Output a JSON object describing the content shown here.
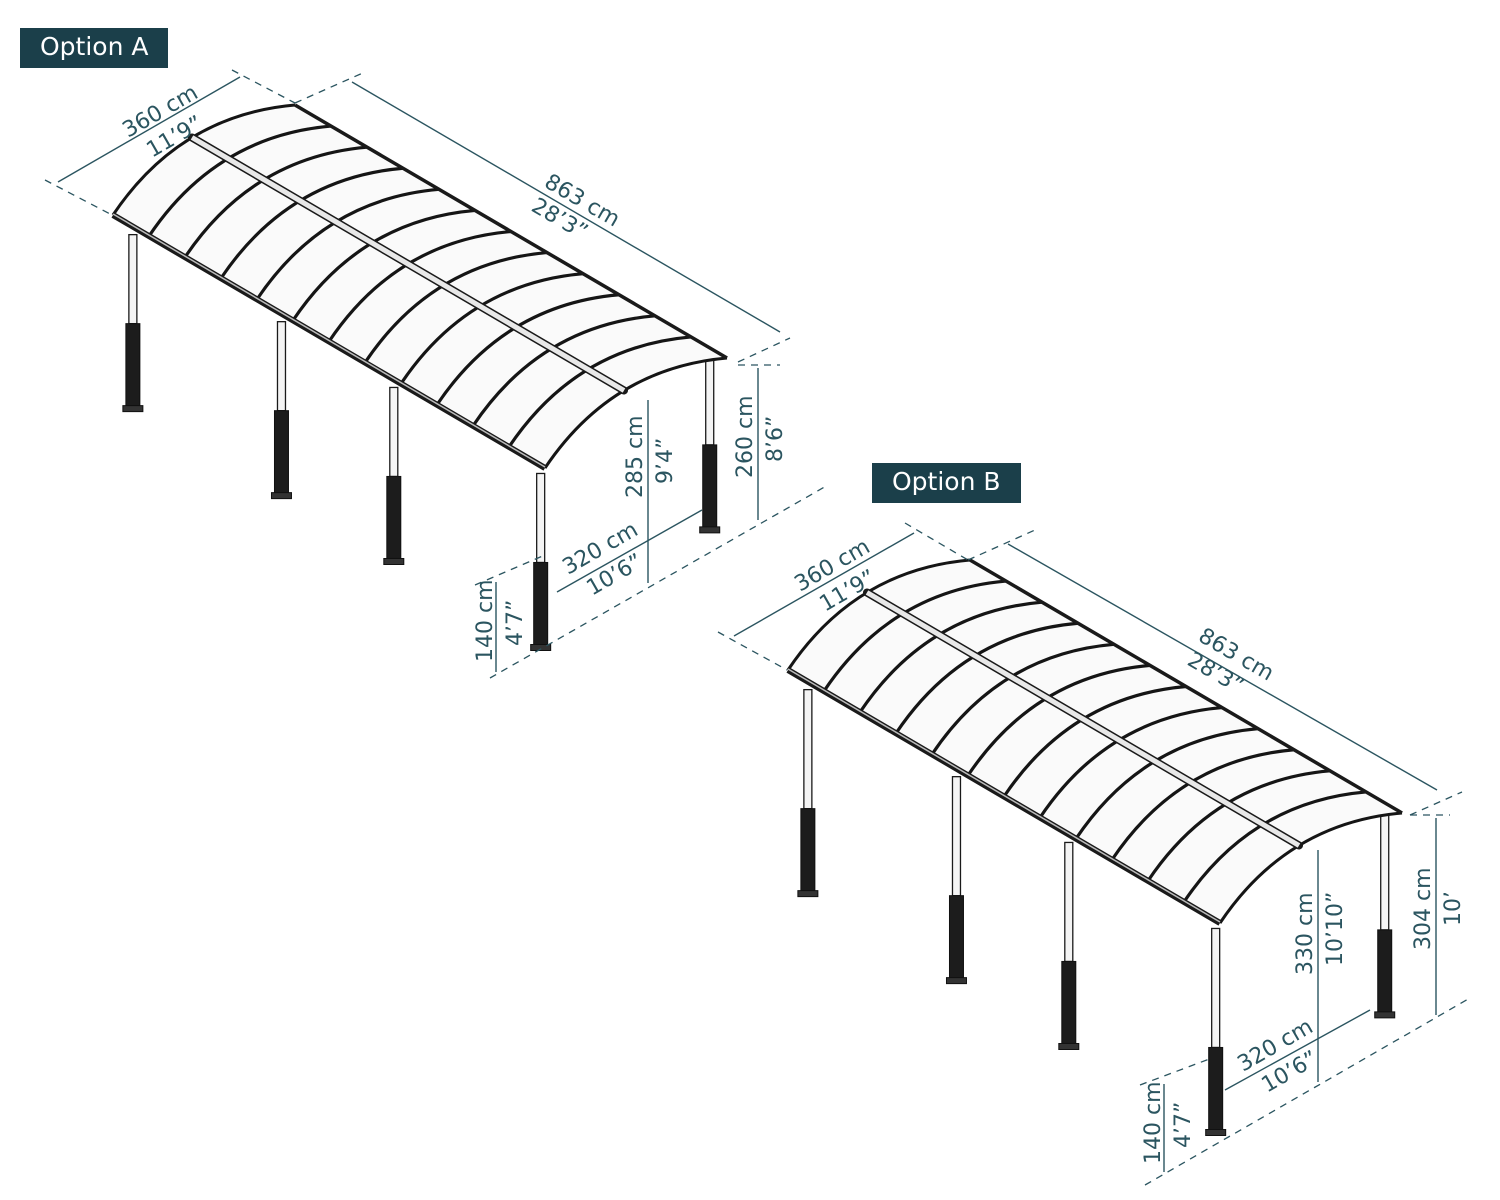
{
  "option_a": {
    "title": "Option A",
    "width_cm": "360 cm",
    "width_ft": "11’9”",
    "length_cm": "863 cm",
    "length_ft": "28’3”",
    "peak_cm": "285 cm",
    "peak_ft": "9’4”",
    "side_cm": "260 cm",
    "side_ft": "8’6”",
    "span_cm": "320 cm",
    "span_ft": "10’6”",
    "base_cm": "140 cm",
    "base_ft": "4’7”"
  },
  "option_b": {
    "title": "Option B",
    "width_cm": "360 cm",
    "width_ft": "11’9”",
    "length_cm": "863 cm",
    "length_ft": "28’3”",
    "peak_cm": "330 cm",
    "peak_ft": "10’10”",
    "side_cm": "304 cm",
    "side_ft": "10’",
    "span_cm": "320 cm",
    "span_ft": "10’6”",
    "base_cm": "140 cm",
    "base_ft": "4’7”"
  },
  "colors": {
    "label_bg": "#1b3f4a",
    "dimension": "#2b5560",
    "frame": "#1a1a1a"
  }
}
